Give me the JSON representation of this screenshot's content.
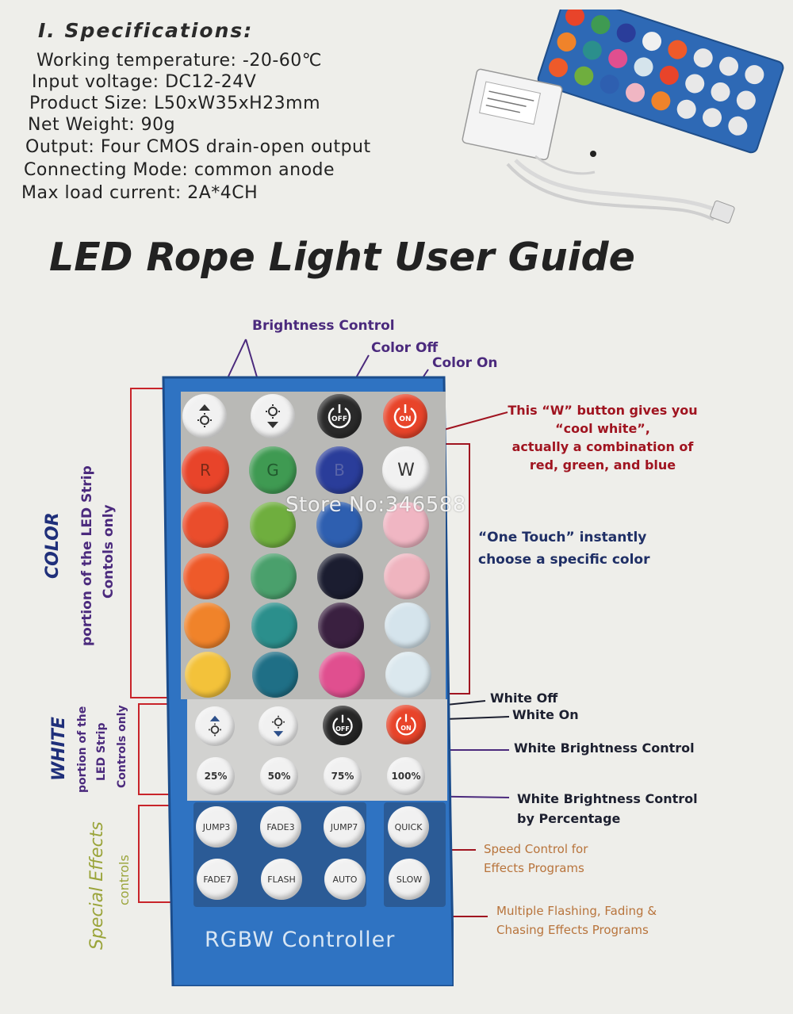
{
  "specifications": {
    "title": "I. Specifications:",
    "lines": [
      "Working temperature:  -20-60℃",
      "Input voltage:  DC12-24V",
      "Product Size: L50xW35xH23mm",
      "Net Weight: 90g",
      "Output: Four CMOS drain-open output",
      "Connecting Mode: common anode",
      "Max load current: 2A*4CH"
    ]
  },
  "guide_title": "LED Rope Light User Guide",
  "callouts": {
    "brightness_control": "Brightness Control",
    "color_off": "Color Off",
    "color_on": "Color On",
    "w_button": [
      "This “W” button gives you",
      "“cool white”,",
      "actually a combination of",
      "red, green, and blue"
    ],
    "one_touch": [
      "“One Touch” instantly",
      "choose a specific color"
    ],
    "white_off": "White Off",
    "white_on": "White On",
    "white_brightness": "White Brightness Control",
    "white_brightness_pct": [
      "White Brightness Control",
      "by Percentage"
    ],
    "speed_control": [
      "Speed Control for",
      "Effects Programs"
    ],
    "multiple_effects": [
      "Multiple Flashing, Fading &",
      "Chasing Effects Programs"
    ]
  },
  "side_labels": {
    "color_title": "COLOR",
    "color_sub1": "portion of the LED Strip",
    "color_sub2": "Contols only",
    "white_title": "WHITE",
    "white_sub1": "portion of the",
    "white_sub2": "LED Strip",
    "white_sub3": "Controls only",
    "effects_title": "Special Effects",
    "effects_sub": "controls"
  },
  "remote": {
    "brand": "RGBW  Controller",
    "watermark": "Store No:346588",
    "row1": [
      "",
      "",
      "OFF",
      "ON"
    ],
    "rgbw": [
      "R",
      "G",
      "B",
      "W"
    ],
    "white_row": [
      "",
      "",
      "OFF",
      "ON"
    ],
    "percent": [
      "25%",
      "50%",
      "75%",
      "100%"
    ],
    "effects_row1": [
      "JUMP3",
      "FADE3",
      "JUMP7",
      "QUICK"
    ],
    "effects_row2": [
      "FADE7",
      "FLASH",
      "AUTO",
      "SLOW"
    ],
    "colors": {
      "body": "#2f73c2",
      "red": "#e8442a",
      "green": "#3f9a52",
      "blue": "#2a3d9a",
      "panel": "#b7b7b4"
    }
  },
  "icons": {
    "brightness_up": "sun-up-icon",
    "brightness_down": "sun-down-icon",
    "power": "power-icon"
  }
}
